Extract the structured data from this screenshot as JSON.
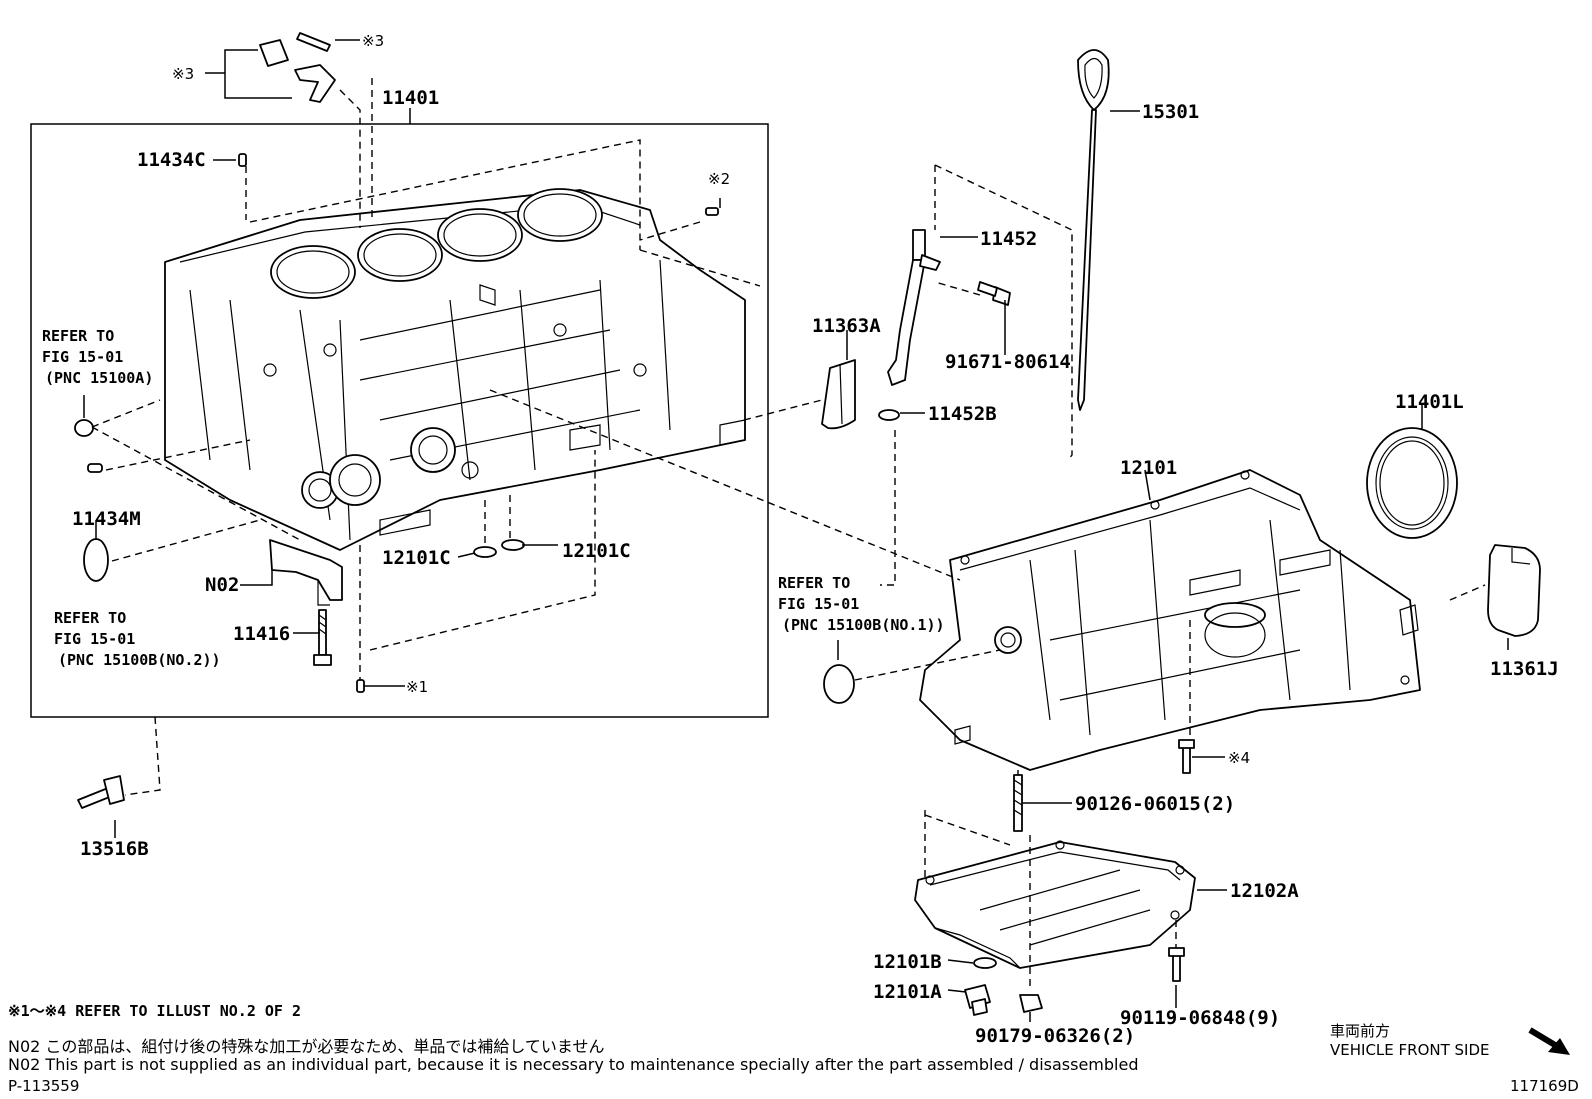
{
  "parts": {
    "p11401": "11401",
    "p11434C": "11434C",
    "p11434M": "11434M",
    "pN02": "N02",
    "p11416": "11416",
    "p12101C_a": "12101C",
    "p12101C_b": "12101C",
    "p13516B": "13516B",
    "p15301": "15301",
    "p11452": "11452",
    "p91671_80614": "91671-80614",
    "p11363A": "11363A",
    "p11452B": "11452B",
    "p11401L": "11401L",
    "p12101": "12101",
    "p11361J": "11361J",
    "p90126_06015": "90126-06015(2)",
    "p12102A": "12102A",
    "p12101B": "12101B",
    "p12101A": "12101A",
    "p90179_06326": "90179-06326(2)",
    "p90119_06848": "90119-06848(9)"
  },
  "markers": {
    "m1": "※1",
    "m2": "※2",
    "m3a": "※3",
    "m3b": "※3",
    "m4": "※4"
  },
  "refs": {
    "ref1": {
      "l1": "REFER TO",
      "l2": "FIG 15-01",
      "l3": "(PNC 15100A)"
    },
    "ref2": {
      "l1": "REFER TO",
      "l2": "FIG 15-01",
      "l3": "(PNC 15100B(NO.2))"
    },
    "ref3": {
      "l1": "REFER TO",
      "l2": "FIG 15-01",
      "l3": "(PNC 15100B(NO.1))"
    }
  },
  "notes": {
    "illust_ref": "※1～※4 REFER TO ILLUST NO.2 OF 2",
    "n02_jp": "N02 この部品は、組付け後の特殊な加工が必要なため、単品では補給していません",
    "n02_en": "N02 This part is not supplied as an individual part, because it is necessary to maintenance specially after the part assembled / disassembled",
    "code_left": "P-113559",
    "front_jp": "車両前方",
    "front_en": "VEHICLE FRONT SIDE",
    "code_right": "117169D"
  },
  "icons": [
    "front-direction-arrow-icon"
  ]
}
